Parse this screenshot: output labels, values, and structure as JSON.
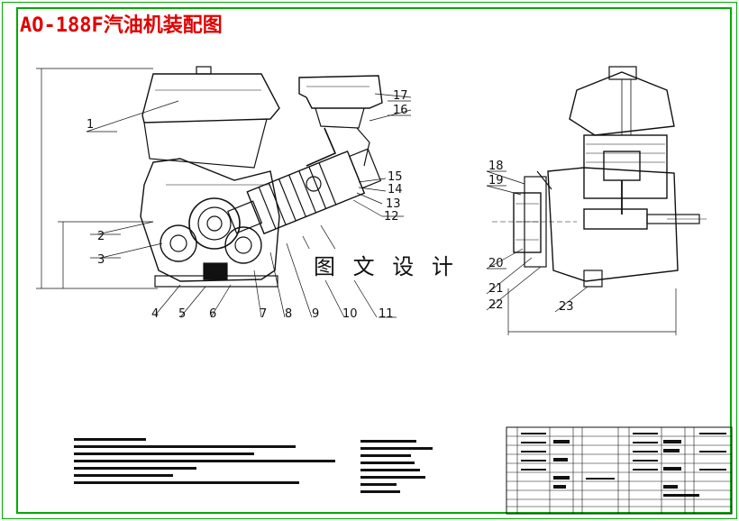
{
  "drawing": {
    "title": "AO-188F汽油机装配图",
    "watermark": "图 文 设 计",
    "colors": {
      "frame": "#00aa00",
      "title": "#e00000",
      "ink": "#111111"
    },
    "front_view_labels": [
      "1",
      "2",
      "3",
      "4",
      "5",
      "6",
      "7",
      "8",
      "9",
      "10",
      "11",
      "12",
      "13",
      "14",
      "15",
      "16",
      "17"
    ],
    "side_view_labels": [
      "18",
      "19",
      "20",
      "21",
      "22",
      "23"
    ]
  }
}
